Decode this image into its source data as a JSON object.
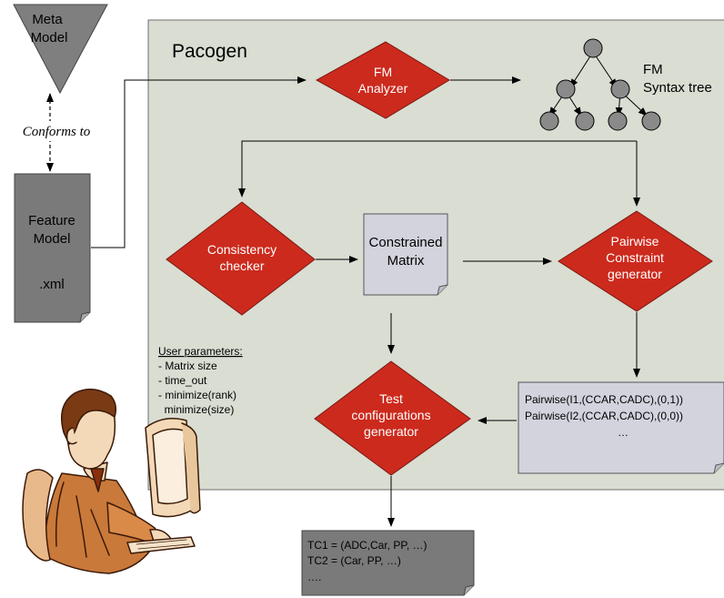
{
  "meta_model": {
    "line1": "Meta",
    "line2": "Model"
  },
  "conforms_to": "Conforms to",
  "feature_model": {
    "line1": "Feature",
    "line2": "Model",
    "line3": ".xml"
  },
  "container_title": "Pacogen",
  "fm_analyzer": {
    "line1": "FM",
    "line2": "Analyzer"
  },
  "syntax_tree_label": {
    "line1": "FM",
    "line2": "Syntax tree"
  },
  "consistency_checker": {
    "line1": "Consistency",
    "line2": "checker"
  },
  "constrained_matrix": {
    "line1": "Constrained",
    "line2": "Matrix"
  },
  "pairwise_generator": {
    "line1": "Pairwise",
    "line2": "Constraint",
    "line3": "generator"
  },
  "user_parameters": {
    "title": "User parameters:",
    "items": [
      "- Matrix size",
      "- time_out",
      "- minimize(rank)",
      "  minimize(size)",
      "-…."
    ]
  },
  "test_generator": {
    "line1": "Test",
    "line2": "configurations",
    "line3": "generator"
  },
  "pairwise_output": {
    "line1": "Pairwise(I1,(CCAR,CADC),(0,1))",
    "line2": "Pairwise(I2,(CCAR,CADC),(0,0))",
    "line3": "…"
  },
  "test_configs": {
    "line1": "TC1 = (ADC,Car, PP, …)",
    "line2": "TC2 = (Car, PP, …)",
    "line3": "…."
  },
  "colors": {
    "container_fill": "#d9ddd2",
    "diamond_fill": "#cc2a1d",
    "doc_dark": "#7a7a7a",
    "doc_light": "#d3d3de",
    "node_fill": "#8a8a8a"
  }
}
